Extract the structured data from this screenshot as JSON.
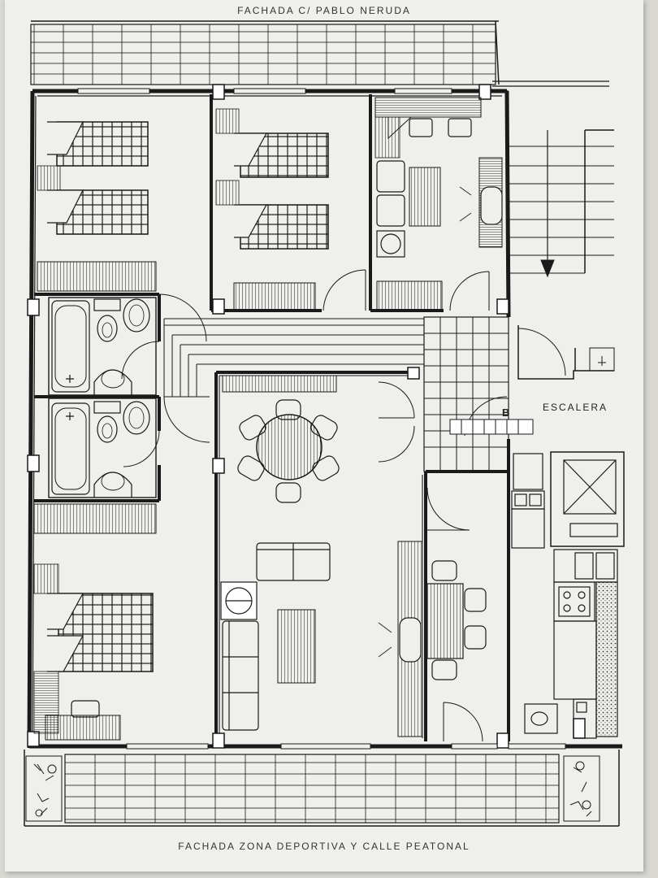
{
  "captions": {
    "top_facade": "FACHADA C/ PABLO NERUDA",
    "bottom_facade": "FACHADA ZONA DEPORTIVA Y CALLE PEATONAL"
  },
  "labels": {
    "stair": "ESCALERA",
    "section_mark": "B"
  },
  "colors": {
    "paper": "#efefec",
    "ink": "#1a1a1a",
    "background": "#d9d8d3"
  }
}
